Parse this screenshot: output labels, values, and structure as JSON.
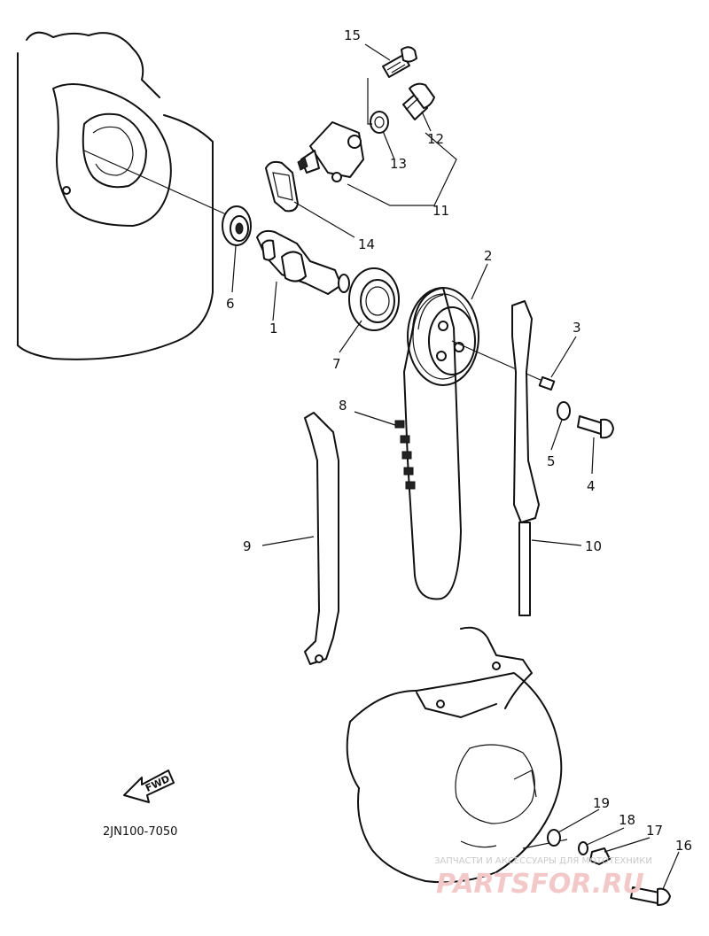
{
  "callouts": {
    "c1": "1",
    "c2": "2",
    "c3": "3",
    "c4": "4",
    "c5": "5",
    "c6": "6",
    "c7": "7",
    "c8": "8",
    "c9": "9",
    "c10": "10",
    "c11": "11",
    "c12": "12",
    "c13": "13",
    "c14": "14",
    "c15": "15",
    "c16": "16",
    "c17": "17",
    "c18": "18",
    "c19": "19"
  },
  "fwd_label": "FWD",
  "diagram_code": "2JN100-7050",
  "watermark": {
    "line1": "ЗАПЧАСТИ И АКСЕССУАРЫ ДЛЯ МОТОТЕХНИКИ",
    "line2": "PARTSFOR.RU"
  }
}
